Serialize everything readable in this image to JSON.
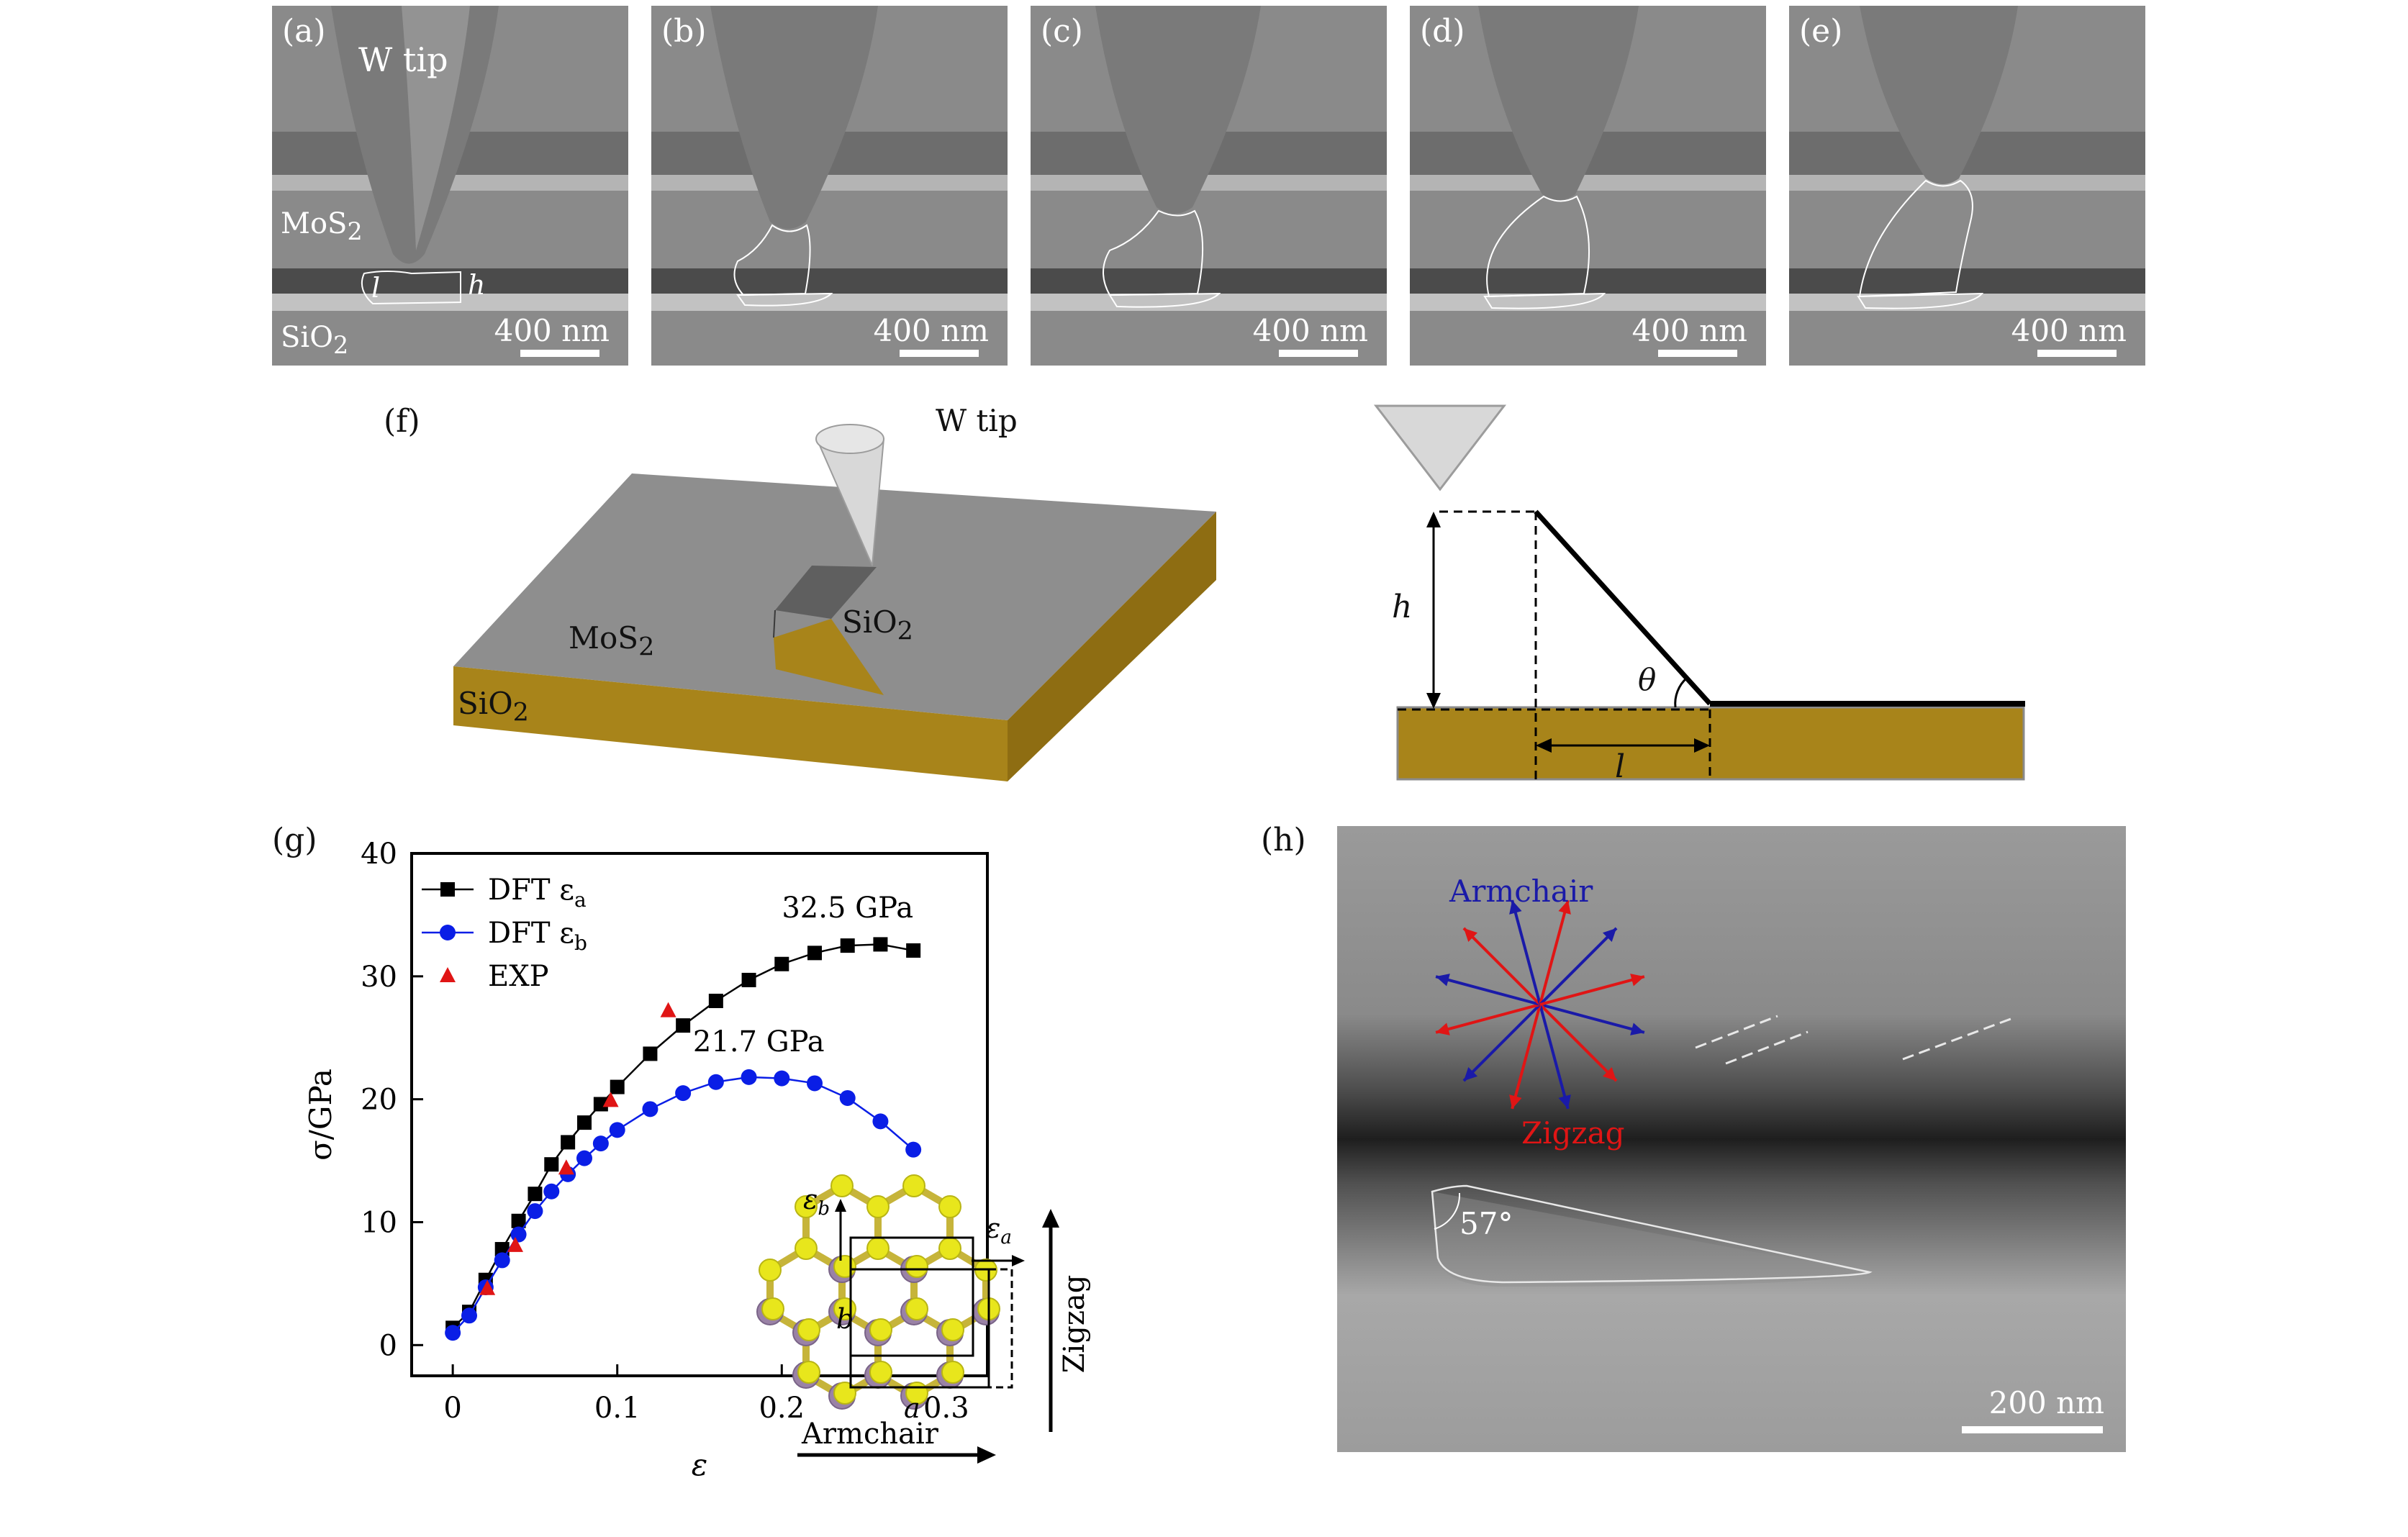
{
  "panels": {
    "a": {
      "label": "(a)",
      "tip": "W tip",
      "mos2": "MoS",
      "mos2_sub": "2",
      "sio2": "SiO",
      "sio2_sub": "2",
      "scale": "400 nm",
      "l": "l",
      "h": "h"
    },
    "b": {
      "label": "(b)",
      "scale": "400 nm"
    },
    "c": {
      "label": "(c)",
      "scale": "400 nm"
    },
    "d": {
      "label": "(d)",
      "scale": "400 nm"
    },
    "e": {
      "label": "(e)",
      "scale": "400 nm"
    }
  },
  "schematic": {
    "label": "(f)",
    "tip": "W tip",
    "mos2": "MoS",
    "mos2_sub": "2",
    "sio2_top": "SiO",
    "sio2_top_sub": "2",
    "sio2_side": "SiO",
    "sio2_side_sub": "2",
    "h": "h",
    "theta": "θ",
    "l": "l",
    "colors": {
      "substrate": "#a8841a",
      "film": "#8e8e8e",
      "tip": "#d8d8d8"
    }
  },
  "sem_h": {
    "label": "(h)",
    "armchair": "Armchair",
    "zigzag": "Zigzag",
    "angle": "57°",
    "scale": "200 nm",
    "colors": {
      "armchair": "#1a1aa8",
      "zigzag": "#e01515"
    }
  },
  "chart_label": "(g)",
  "lattice": {
    "eps_b": "ε",
    "eps_b_sub": "b",
    "eps_a": "ε",
    "eps_a_sub": "a",
    "a": "a",
    "b": "b",
    "armchair": "Armchair",
    "zigzag": "Zigzag",
    "colors": {
      "s": "#e8e61c",
      "mo": "#9a82a6",
      "bond": "#c6b43a"
    }
  },
  "chart_data": {
    "type": "line",
    "xlabel": "ε",
    "ylabel": "σ/GPa",
    "xlim": [
      -0.025,
      0.325
    ],
    "ylim": [
      -2.5,
      40
    ],
    "xticks": [
      "0",
      "0.1",
      "0.2",
      "0.3"
    ],
    "xtick_values": [
      0,
      0.1,
      0.2,
      0.3
    ],
    "yticks": [
      "0",
      "10",
      "20",
      "30",
      "40"
    ],
    "ytick_values": [
      0,
      10,
      20,
      30,
      40
    ],
    "legend_position": "top-left",
    "series": [
      {
        "name": "DFT ε",
        "name_sub": "a",
        "marker": "square",
        "color": "#000000",
        "x": [
          0,
          0.01,
          0.02,
          0.03,
          0.04,
          0.05,
          0.06,
          0.07,
          0.08,
          0.09,
          0.1,
          0.12,
          0.14,
          0.16,
          0.18,
          0.2,
          0.22,
          0.24,
          0.26,
          0.28
        ],
        "y": [
          1.4,
          2.7,
          5.3,
          7.8,
          10.1,
          12.3,
          14.7,
          16.5,
          18.1,
          19.6,
          21.0,
          23.7,
          26.0,
          28.0,
          29.7,
          31.0,
          31.9,
          32.5,
          32.6,
          32.1
        ]
      },
      {
        "name": "DFT ε",
        "name_sub": "b",
        "marker": "circle",
        "color": "#0a1ee6",
        "x": [
          0,
          0.01,
          0.02,
          0.03,
          0.04,
          0.05,
          0.06,
          0.07,
          0.08,
          0.09,
          0.1,
          0.12,
          0.14,
          0.16,
          0.18,
          0.2,
          0.22,
          0.24,
          0.26,
          0.28
        ],
        "y": [
          1.0,
          2.4,
          4.7,
          6.9,
          9.0,
          10.9,
          12.5,
          13.9,
          15.2,
          16.4,
          17.5,
          19.2,
          20.5,
          21.4,
          21.8,
          21.7,
          21.3,
          20.1,
          18.2,
          15.9
        ]
      },
      {
        "name": "EXP",
        "marker": "triangle",
        "color": "#e01515",
        "x": [
          0.021,
          0.038,
          0.069,
          0.096,
          0.131
        ],
        "y": [
          4.6,
          8.1,
          14.4,
          19.9,
          27.2
        ]
      }
    ],
    "annotations": [
      {
        "text": "32.5 GPa",
        "x": 0.24,
        "y": 34.8
      },
      {
        "text": "21.7 GPa",
        "x": 0.186,
        "y": 23.9
      }
    ]
  }
}
